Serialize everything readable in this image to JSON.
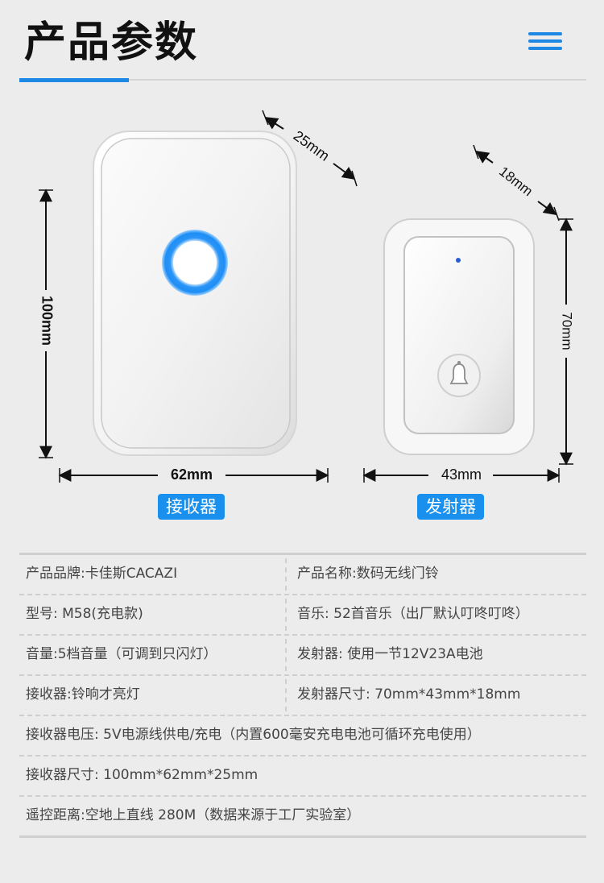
{
  "header": {
    "title": "产品参数"
  },
  "dimensions": {
    "receiver_depth": "25mm",
    "receiver_height": "100mm",
    "receiver_width": "62mm",
    "transmitter_depth": "18mm",
    "transmitter_height": "70mm",
    "transmitter_width": "43mm"
  },
  "labels": {
    "receiver": "接收器",
    "transmitter": "发射器"
  },
  "colors": {
    "accent": "#1e88e5",
    "badge": "#1a90ee",
    "ring": "#1d8df5",
    "led": "#2a5bd7"
  },
  "specs": {
    "rows": [
      {
        "left": "产品品牌:卡佳斯CACAZI",
        "right": "产品名称:数码无线门铃"
      },
      {
        "left": "型号: M58(充电款)",
        "right": "音乐:  52首音乐（出厂默认叮咚叮咚）"
      },
      {
        "left": "音量:5档音量（可调到只闪灯）",
        "right": "发射器: 使用一节12V23A电池"
      },
      {
        "left": "接收器:铃响才亮灯",
        "right": " 发射器尺寸:  70mm*43mm*18mm"
      }
    ],
    "full_rows": [
      "接收器电压: 5V电源线供电/充电（内置600毫安充电电池可循环充电使用）",
      "接收器尺寸: 100mm*62mm*25mm",
      "遥控距离:空地上直线 280M（数据来源于工厂实验室）"
    ]
  }
}
